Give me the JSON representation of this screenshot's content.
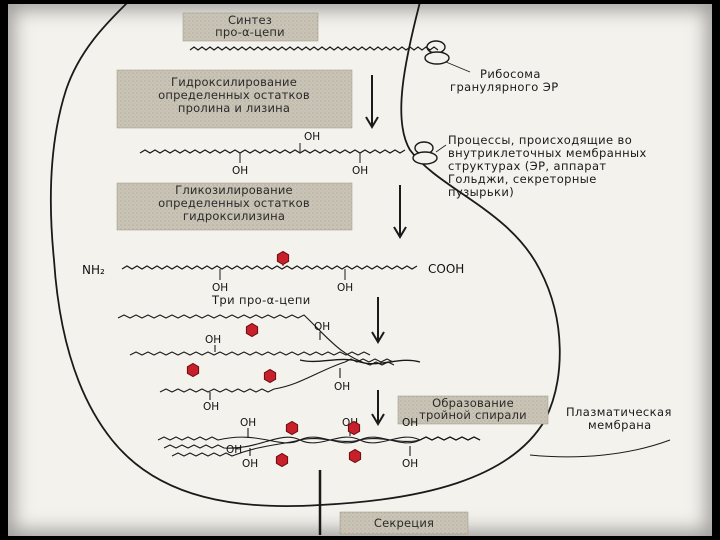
{
  "steps": {
    "synthesis": [
      "Синтез",
      "про-α-цепи"
    ],
    "hydroxylation": [
      "Гидроксилирование",
      "определенных остатков",
      "пролина и лизина"
    ],
    "glycosylation": [
      "Гликозилирование",
      "определенных остатков",
      "гидроксилизина"
    ],
    "triple_helix": [
      "Образование",
      "тройной спирали"
    ],
    "secretion": [
      "Секреция"
    ]
  },
  "notes": {
    "ribosome": [
      "Рибосома",
      "гранулярного ЭР"
    ],
    "processes": [
      "Процессы, происходящие во",
      "внутриклеточных мембранных",
      "структурах  (ЭР, аппарат",
      "Гольджи, секреторные",
      "пузырьки)"
    ],
    "membrane": [
      "Плазматическая",
      "мембрана"
    ],
    "three_chains": "Три про-α-цепи"
  },
  "chem": {
    "oh": "OH",
    "nh2": "NH₂",
    "cooh": "COOH"
  },
  "colors": {
    "box_fill": "#c9c4b6",
    "sugar": "#c8202a",
    "line": "#1a1a1a"
  }
}
